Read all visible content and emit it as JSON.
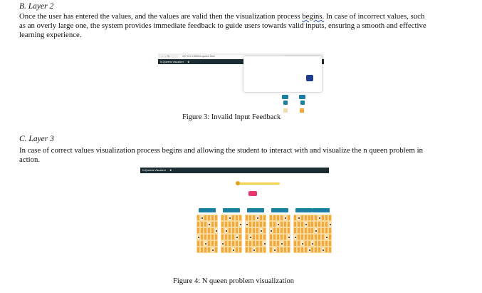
{
  "sections": [
    {
      "heading": "B.  Layer 2",
      "paragraph_lines": [
        [
          "Once the user has entered the values, and the values are valid then the visualization process ",
          "begins.",
          " In case of incorrect values, such"
        ],
        [
          "as an overly large one, the system provides immediate feedback to guide users towards valid inputs, ensuring a smooth and effective"
        ],
        [
          "learning experience."
        ]
      ]
    },
    {
      "heading": "C.  Layer 3",
      "paragraph_lines": [
        [
          "In case of correct values visualization process begins and allowing the student to interact with and visualize the n queen problem in"
        ],
        [
          "action."
        ]
      ]
    }
  ],
  "figure3": {
    "caption": "Figure 3: Invalid Input Feedback",
    "app_title": "N-Queens Visualizer",
    "url": "127.0.0.1:5000/n-queen.html"
  },
  "figure4": {
    "caption": "Figure 4: N queen problem visualization",
    "app_title": "N-Queens Visualizer",
    "board_solutions": [
      [
        1,
        3,
        5,
        0,
        2,
        4
      ],
      [
        2,
        5,
        1,
        4,
        0,
        3
      ],
      [
        3,
        0,
        4,
        1,
        5,
        2
      ],
      [
        4,
        2,
        0,
        5,
        3,
        1
      ],
      [
        1,
        3,
        5,
        0,
        2,
        4
      ],
      [
        2,
        5,
        1,
        4,
        0,
        3
      ]
    ]
  },
  "colors": {
    "navbar": "#1b2d33",
    "board_dark": "#f3a93a",
    "board_light": "#fbe7c4",
    "board_button": "#1a7fa0",
    "play_button": "#e8356b",
    "ok_button": "#1e3b8c",
    "slider": "#f1d34a"
  }
}
